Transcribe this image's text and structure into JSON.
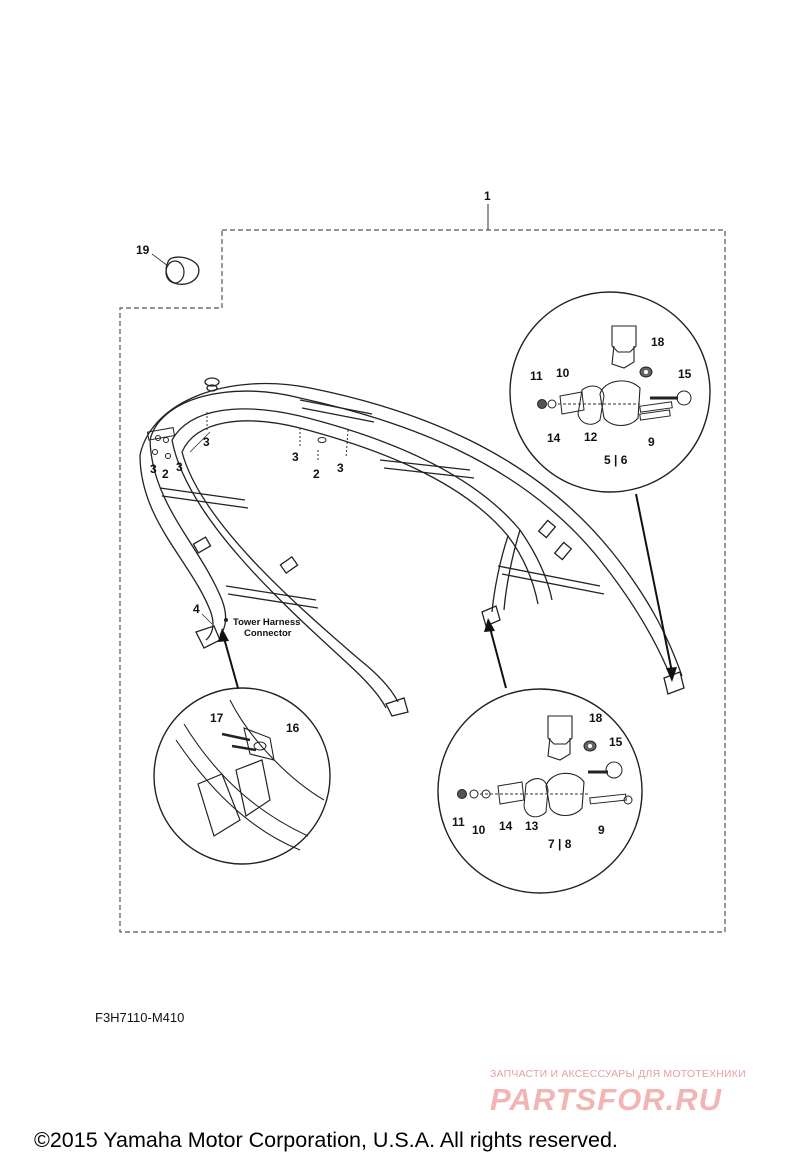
{
  "labels": {
    "l1": "1",
    "l19": "19",
    "l3a": "3",
    "l3b": "3",
    "l2a": "2",
    "l3c": "3",
    "l3d": "3",
    "l2b": "2",
    "l3e": "3",
    "l4": "4",
    "tower1": "Tower Harness",
    "tower2": "Connector",
    "d1_11": "11",
    "d1_10": "10",
    "d1_18": "18",
    "d1_15": "15",
    "d1_14": "14",
    "d1_12": "12",
    "d1_9": "9",
    "d1_56": "5 | 6",
    "d2_17": "17",
    "d2_16": "16",
    "d3_18": "18",
    "d3_15": "15",
    "d3_11": "11",
    "d3_10": "10",
    "d3_14": "14",
    "d3_13": "13",
    "d3_78": "7 | 8",
    "d3_9": "9"
  },
  "diagram_code": "F3H7110-M410",
  "watermark": {
    "tagline": "ЗАПЧАСТИ И АКСЕССУАРЫ ДЛЯ МОТОТЕХНИКИ",
    "logo": "PARTSFOR.RU"
  },
  "copyright": "©2015 Yamaha Motor Corporation, U.S.A. All rights reserved.",
  "colors": {
    "line": "#222222",
    "watermark": "#f3b4b4"
  }
}
